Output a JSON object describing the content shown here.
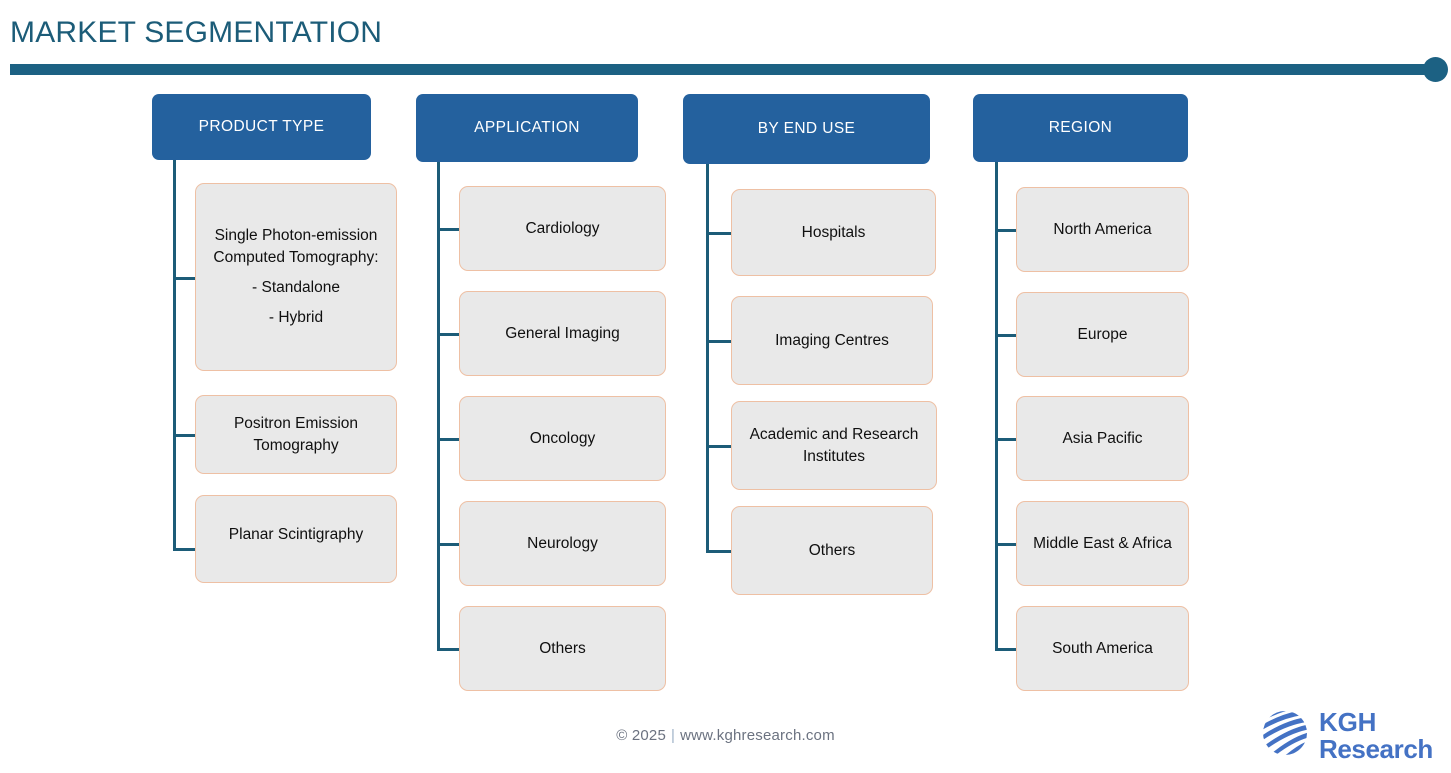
{
  "page": {
    "title": "MARKET SEGMENTATION"
  },
  "columns": [
    {
      "id": "product-type",
      "header": "PRODUCT TYPE",
      "nodes": [
        {
          "heading": "Single Photon-emission Computed Tomography:",
          "sub": [
            "- Standalone",
            "- Hybrid"
          ]
        },
        {
          "label": "Positron Emission Tomography"
        },
        {
          "label": "Planar Scintigraphy"
        }
      ]
    },
    {
      "id": "application",
      "header": "APPLICATION",
      "nodes": [
        {
          "label": "Cardiology"
        },
        {
          "label": "General Imaging"
        },
        {
          "label": "Oncology"
        },
        {
          "label": "Neurology"
        },
        {
          "label": "Others"
        }
      ]
    },
    {
      "id": "by-end-use",
      "header": "BY  END USE",
      "nodes": [
        {
          "label": "Hospitals"
        },
        {
          "label": "Imaging Centres"
        },
        {
          "label": "Academic and Research Institutes"
        },
        {
          "label": "Others"
        }
      ]
    },
    {
      "id": "region",
      "header": "REGION",
      "nodes": [
        {
          "label": "North America"
        },
        {
          "label": "Europe"
        },
        {
          "label": "Asia Pacific"
        },
        {
          "label": "Middle East & Africa"
        },
        {
          "label": "South America"
        }
      ]
    }
  ],
  "footer": {
    "copyright": "© 2025",
    "separator": "|",
    "website": "www.kghresearch.com"
  },
  "logo": {
    "name_primary": "KGH",
    "name_secondary": "Research",
    "icon": "globe-icon"
  },
  "colors": {
    "title": "#1c5c78",
    "divider": "#1c6183",
    "header_box": "#24619e",
    "node_fill": "#e9e9e9",
    "node_border": "#eec0a4",
    "connector": "#1c5c78",
    "logo_blue": "#4472c4",
    "footer_text": "#6b7280"
  }
}
